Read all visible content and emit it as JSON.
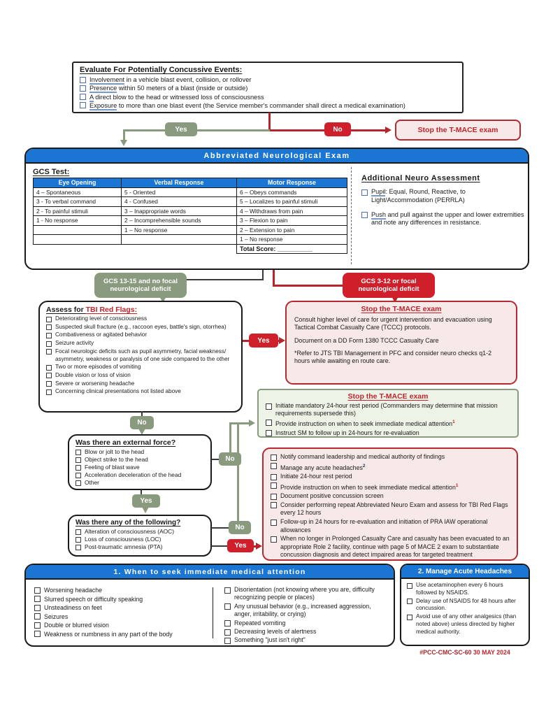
{
  "labels": {
    "yes": "Yes",
    "no": "No"
  },
  "colors": {
    "blue": "#1a76d2",
    "red": "#c0242c",
    "olive": "#8a9a7e",
    "pink_fill": "#f7e9e8",
    "green_fill": "#eef3e7"
  },
  "evaluate": {
    "title": "Evaluate For Potentially Concussive Events:",
    "items": [
      {
        "lead": "Involvement",
        "rest": " in a vehicle blast event, collision, or rollover"
      },
      {
        "lead": "Presence",
        "rest": " within 50 meters of a blast (inside or outside)"
      },
      {
        "lead": "A",
        "rest": " direct blow to the head or witnessed loss of consciousness"
      },
      {
        "lead": "Exposure",
        "rest": " to more than one blast event (the Service member's commander shall direct a medical examination)"
      }
    ]
  },
  "stop_top": {
    "label": "Stop the T-MACE exam"
  },
  "neuro": {
    "header": "Abbreviated Neurological Exam",
    "gcs_title": "GCS Test:",
    "table": {
      "headers": [
        "Eye Opening",
        "Verbal Response",
        "Motor Response"
      ],
      "eye": [
        "4 – Spontaneous",
        "3 - To verbal command",
        "2 - To painful stimuli",
        "1 - No response"
      ],
      "verbal": [
        "5 - Oriented",
        "4 - Confused",
        "3 – Inappropriate words",
        "2 – Incomprehensible sounds",
        "1 – No response"
      ],
      "motor": [
        "6 – Obeys commands",
        "5 – Localizes to painful stimuli",
        "4 – Withdraws from pain",
        "3 – Flexion to pain",
        "2 – Extension to pain",
        "1 – No response"
      ],
      "total_label": "Total Score: __________"
    },
    "additional": {
      "title": "Additional Neuro Assessment",
      "items": [
        {
          "lead": "Pupil",
          "rest": ": Equal, Round, Reactive, to Light/Accommodation (PERRLA)"
        },
        {
          "lead": "Push",
          "rest": " and pull against the upper and lower extremities and note any differences in resistance."
        }
      ]
    }
  },
  "gcs_ok_badge": "GCS 13-15 and no focal neurological deficit",
  "gcs_bad_badge": "GCS 3-12 or focal neurological deficit",
  "assess": {
    "title_plain": "Assess for ",
    "title_red": "TBI Red Flags:",
    "items": [
      "Deteriorating level of consciousness",
      "Suspected skull fracture (e.g., raccoon eyes, battle's sign, otorrhea)",
      "Combativeness or agitated behavior",
      "Seizure activity",
      "Focal neurologic deficits such as pupil asymmetry, facial weakness/ asymmetry, weakness or paralysis of one side compared to the other",
      "Two or more episodes of vomiting",
      "Double vision or loss of vision",
      "Severe or worsening headache",
      "Concerning clinical presentations not listed above"
    ]
  },
  "stop_urgent": {
    "title": "Stop the T-MACE exam",
    "p1": "Consult higher level of care for urgent intervention and evacuation using Tactical Combat Casualty Care (TCCC) protocols.",
    "p2": "Document on a DD Form 1380 TCCC Casualty Care",
    "p3": "*Refer to JTS TBI Management in PFC and consider neuro checks q1-2 hours while awaiting en route care."
  },
  "stop_rest": {
    "title": "Stop the T-MACE exam",
    "items": [
      "Initiate mandatory 24-hour rest period (Commanders may determine that mission requirements supersede this)",
      {
        "t": "Provide instruction on when to seek immediate medical attention",
        "sup": "1"
      },
      "Instruct SM to follow up in 24-hours for re-evaluation"
    ]
  },
  "external_force": {
    "title": "Was there an external force?",
    "items": [
      "Blow or jolt to the head",
      "Object strike to the head",
      "Feeling of blast wave",
      "Acceleration deceleration of the head",
      "Other"
    ]
  },
  "any_following": {
    "title": "Was there any of the following?",
    "items": [
      "Alteration of consciousness (AOC)",
      "Loss of consciousness (LOC)",
      "Post-traumatic amnesia (PTA)"
    ]
  },
  "manage": {
    "items": [
      "Notify command leadership and medical authority of findings",
      {
        "t": "Manage any acute headaches",
        "sup": "2"
      },
      "Initiate 24-hour rest period",
      {
        "t": "Provide instruction on when to seek immediate medical attention",
        "sup": "1"
      },
      "Document positive concussion screen",
      "Consider performing repeat Abbreviated Neuro Exam and assess for TBI Red Flags every 12 hours",
      "Follow-up in 24 hours for re-evaluation and initiation of PRA IAW operational allowances",
      "When no longer in Prolonged Casualty Care and casualty has been evacuated to an appropriate Role 2 facility, continue with page 5 of MACE 2 exam to substantiate concussion diagnosis and detect impaired areas for targeted treatment"
    ]
  },
  "attention": {
    "header": "1. When to seek immediate medical attention",
    "left": [
      "Worsening headache",
      "Slurred speech or difficulty speaking",
      "Unsteadiness on feet",
      "Seizures",
      "Double or blurred vision",
      "Weakness or numbness in any part of the body"
    ],
    "right": [
      "Disorientation (not knowing where you are, difficulty recognizing people or places)",
      "Any unusual behavior (e.g., increased aggression, anger, irritability, or crying)",
      "Repeated vomiting",
      "Decreasing levels of alertness",
      "Something \"just isn't right\""
    ]
  },
  "headaches": {
    "header": "2. Manage Acute Headaches",
    "items": [
      "Use acetaminophen every 6 hours followed by NSAIDS.",
      "Delay use of NSAIDS for 48 hours after concussion.",
      "Avoid use of any other analgesics (than noted above) unless directed by higher medical authority."
    ]
  },
  "footer": {
    "code": "#PCC-CMC-SC-60",
    "date": "30 MAY 2024"
  }
}
